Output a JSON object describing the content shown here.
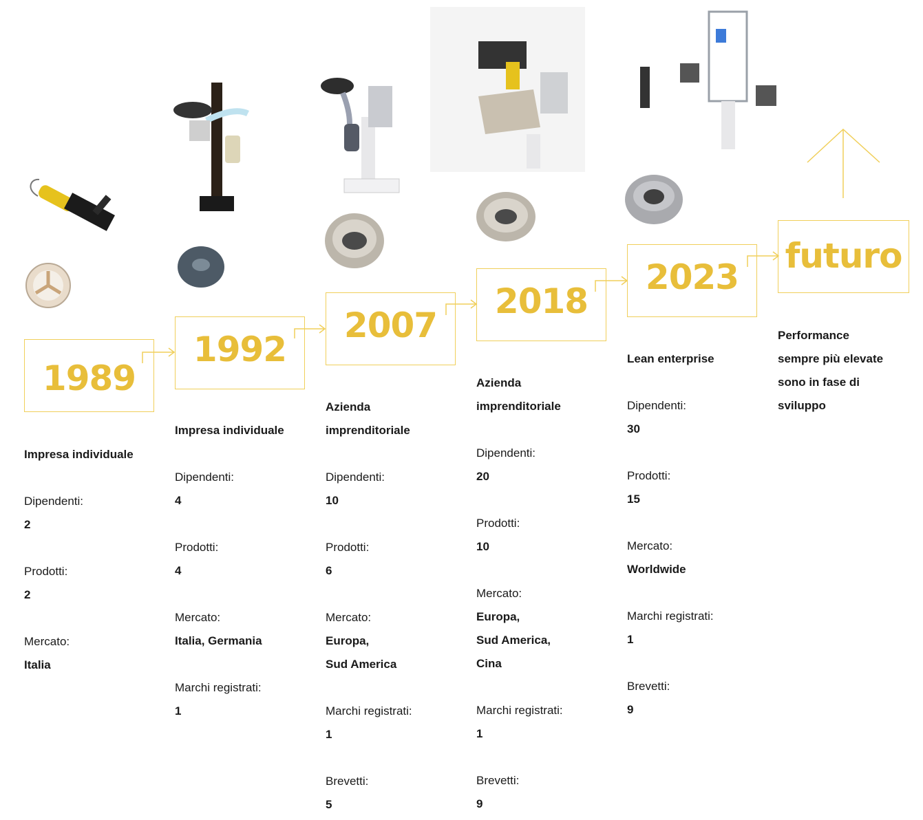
{
  "colors": {
    "accent": "#e8be3a",
    "accent_line": "#f0cf5a",
    "text": "#1a1a1a"
  },
  "milestones": [
    {
      "year": "1989",
      "type": "Impresa individuale",
      "dipendenti_label": "Dipendenti:",
      "dipendenti": "2",
      "prodotti_label": "Prodotti:",
      "prodotti": "2",
      "mercato_label": "Mercato:",
      "mercato": "Italia"
    },
    {
      "year": "1992",
      "type": "Impresa individuale",
      "dipendenti_label": "Dipendenti:",
      "dipendenti": "4",
      "prodotti_label": "Prodotti:",
      "prodotti": "4",
      "mercato_label": "Mercato:",
      "mercato": "Italia, Germania",
      "marchi_label": "Marchi registrati:",
      "marchi": "1"
    },
    {
      "year": "2007",
      "type_line1": "Azienda",
      "type_line2": "imprenditoriale",
      "dipendenti_label": "Dipendenti:",
      "dipendenti": "10",
      "prodotti_label": "Prodotti:",
      "prodotti": "6",
      "mercato_label": "Mercato:",
      "mercato_line1": "Europa,",
      "mercato_line2": "Sud America",
      "marchi_label": "Marchi registrati:",
      "marchi": "1",
      "brevetti_label": "Brevetti:",
      "brevetti": "5"
    },
    {
      "year": "2018",
      "type_line1": "Azienda",
      "type_line2": "imprenditoriale",
      "dipendenti_label": "Dipendenti:",
      "dipendenti": "20",
      "prodotti_label": "Prodotti:",
      "prodotti": "10",
      "mercato_label": "Mercato:",
      "mercato_line1": "Europa,",
      "mercato_line2": "Sud America,",
      "mercato_line3": "Cina",
      "marchi_label": "Marchi registrati:",
      "marchi": "1",
      "brevetti_label": "Brevetti:",
      "brevetti": "9"
    },
    {
      "year": "2023",
      "type": "Lean enterprise",
      "dipendenti_label": "Dipendenti:",
      "dipendenti": "30",
      "prodotti_label": "Prodotti:",
      "prodotti": "15",
      "mercato_label": "Mercato:",
      "mercato": "Worldwide",
      "marchi_label": "Marchi registrati:",
      "marchi": "1",
      "brevetti_label": "Brevetti:",
      "brevetti": "9"
    },
    {
      "year": "futuro",
      "line1": "Performance",
      "line2": "sempre più elevate",
      "line3": "sono in fase di",
      "line4": "sviluppo"
    }
  ]
}
